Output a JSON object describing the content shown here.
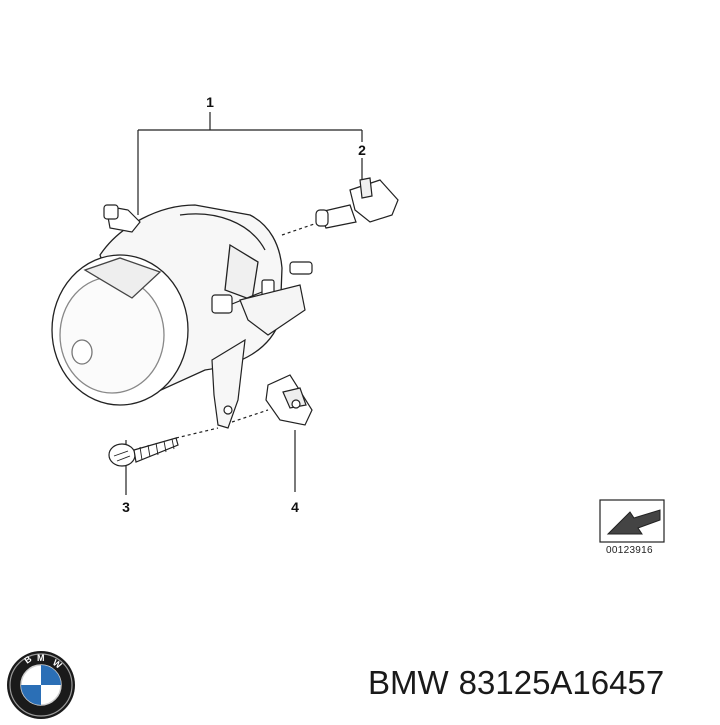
{
  "callouts": {
    "c1": "1",
    "c2": "2",
    "c3": "3",
    "c4": "4"
  },
  "diagram_ref": "00123916",
  "caption": {
    "brand": "BMW",
    "part_number": "83125A16457"
  },
  "logo": {
    "name": "bmw-roundel",
    "lettering": "BMW",
    "colors": {
      "ring": "#1a1a1a",
      "blue": "#2b6fb6",
      "white": "#ffffff"
    }
  }
}
